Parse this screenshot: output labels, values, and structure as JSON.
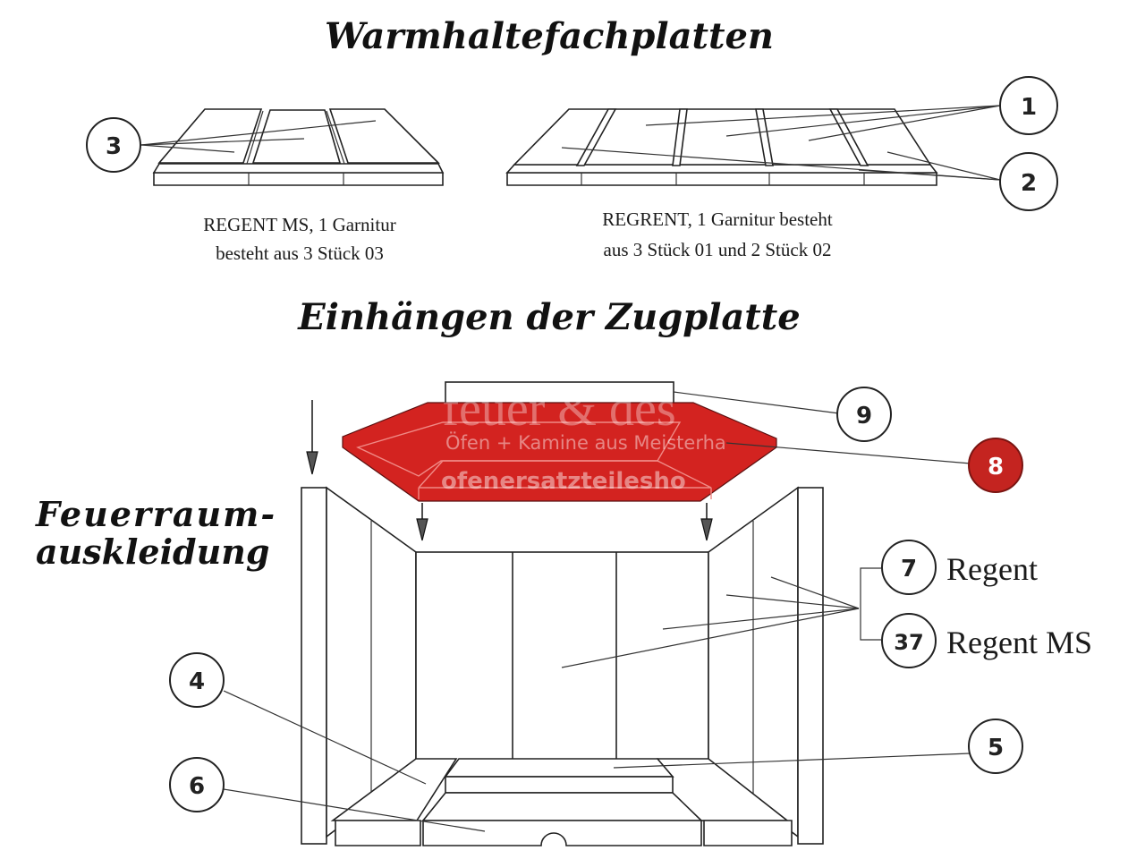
{
  "sections": {
    "warmhaltefach": {
      "title": "Warmhaltefachplatten",
      "left_caption": [
        "REGENT MS, 1 Garnitur",
        "besteht aus 3 Stück 03"
      ],
      "right_caption": [
        "REGRENT, 1 Garnitur besteht",
        "aus 3 Stück 01 und 2 Stück 02"
      ]
    },
    "zugplatte": {
      "title": "Einhängen der Zugplatte"
    },
    "feuerraum": {
      "title_line1": "Feuerraum-",
      "title_line2": "auskleidung"
    }
  },
  "callouts": [
    {
      "id": "1",
      "label": "1",
      "highlighted": false
    },
    {
      "id": "2",
      "label": "2",
      "highlighted": false
    },
    {
      "id": "3",
      "label": "3",
      "highlighted": false
    },
    {
      "id": "4",
      "label": "4",
      "highlighted": false
    },
    {
      "id": "5",
      "label": "5",
      "highlighted": false
    },
    {
      "id": "6",
      "label": "6",
      "highlighted": false
    },
    {
      "id": "7",
      "label": "7",
      "highlighted": false,
      "text": "Regent"
    },
    {
      "id": "37",
      "label": "37",
      "highlighted": false,
      "text": "Regent MS"
    },
    {
      "id": "8",
      "label": "8",
      "highlighted": true
    },
    {
      "id": "9",
      "label": "9",
      "highlighted": false
    }
  ],
  "watermark": {
    "brand": "feuer & des",
    "tagline": "Öfen + Kamine aus Meisterha",
    "shop": "ofenersatzteilesho"
  },
  "colors": {
    "highlight": "#d32320",
    "highlight_badge": "#c42420",
    "line": "#222222"
  }
}
